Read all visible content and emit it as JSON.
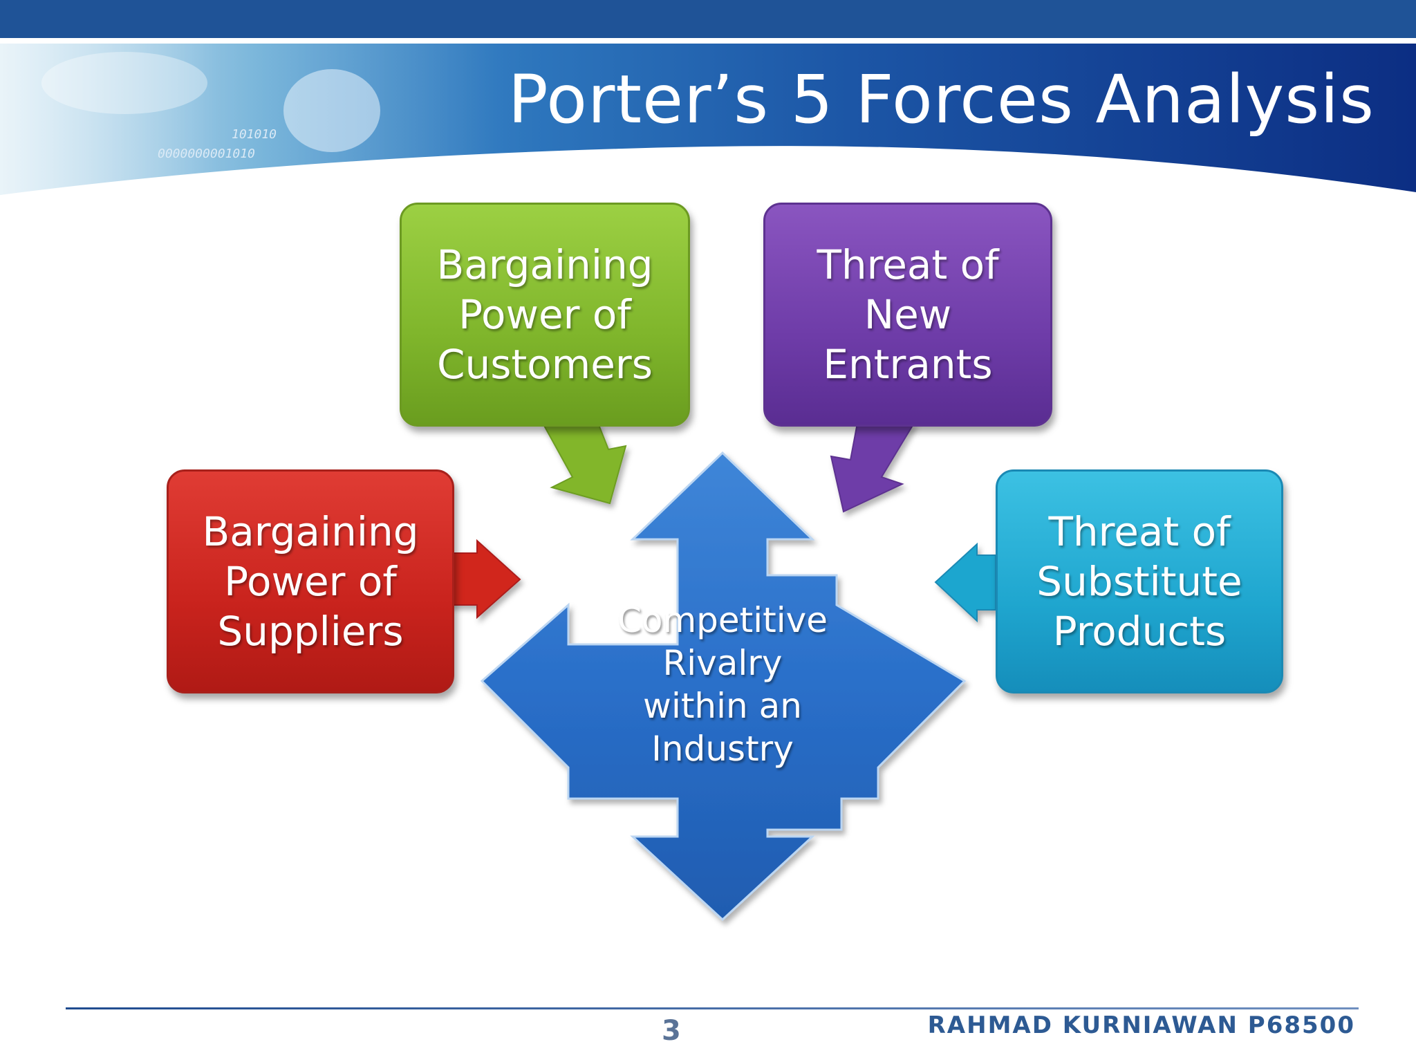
{
  "slide": {
    "title": "Porter’s 5 Forces Analysis",
    "page_number": "3",
    "author": "RAHMAD KURNIAWAN P68500"
  },
  "header_decor": {
    "binary_line_1": "101010",
    "binary_line_2": "0000000001010"
  },
  "forces": {
    "customers": "Bargaining\nPower of\nCustomers",
    "entrants": "Threat of\nNew\nEntrants",
    "suppliers": "Bargaining\nPower of\nSuppliers",
    "substitutes": "Threat of\nSubstitute\nProducts",
    "center": "Competitive\nRivalry\nwithin an\nIndustry"
  },
  "colors": {
    "customers": "#7fb52b",
    "entrants": "#6e3ca8",
    "suppliers": "#c9231d",
    "substitutes": "#1fa6cf",
    "center": "#2a6fc9",
    "header_blue": "#1d4f97"
  }
}
